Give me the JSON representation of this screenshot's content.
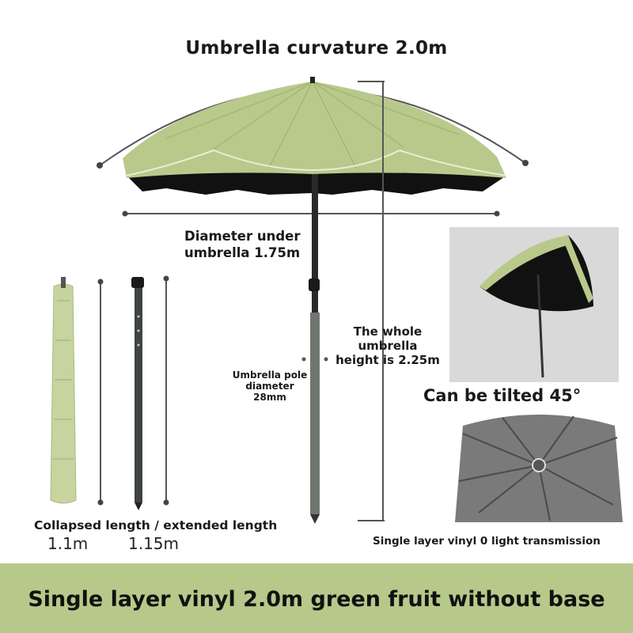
{
  "title": "Umbrella curvature 2.0m",
  "diameter_label": [
    "Diameter under",
    "umbrella 1.75m"
  ],
  "height_label": [
    "The whole",
    "umbrella",
    "height is 2.25m"
  ],
  "pole_label": [
    "Umbrella pole",
    "diameter",
    "28mm"
  ],
  "tilt_label": "Can be tilted 45°",
  "collapsed_label": "Collapsed length / extended length",
  "collapsed_value": "1.1m",
  "extended_value": "1.15m",
  "vinyl_label": "Single layer vinyl 0 light transmission",
  "footer": "Single layer vinyl 2.0m green fruit without base",
  "colors": {
    "canopy": "#b9c98c",
    "canopy_shade": "#a4b774",
    "underside": "#111111",
    "band": "#b7c98a",
    "dimension_line": "#555555"
  }
}
